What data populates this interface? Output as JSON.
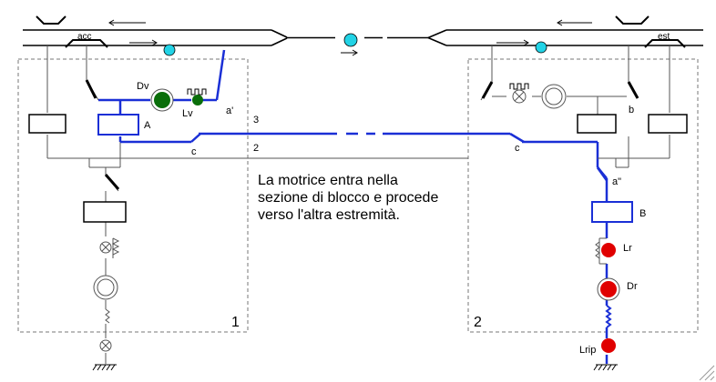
{
  "labels": {
    "acc": "acc",
    "est": "est",
    "Dv": "Dv",
    "Lv": "Lv",
    "a_prime": "a'",
    "A": "A",
    "c_left": "c",
    "wire3": "3",
    "wire2": "2",
    "c_right": "c",
    "b": "b",
    "a_double": "a\"",
    "B": "B",
    "Lr": "Lr",
    "Dr": "Dr",
    "Lrip": "Lrip",
    "box1": "1",
    "box2": "2"
  },
  "caption": {
    "line1": "La motrice entra nella",
    "line2": "sezione di blocco e procede",
    "line3": "verso l'altra estremità."
  },
  "colors": {
    "active_wire": "#1a2fd6",
    "inactive_wire": "#555555",
    "green_lamp": "#0a6e0a",
    "red_lamp": "#e00000",
    "train_marker": "#22d3e6",
    "dashed_box": "#777777"
  }
}
